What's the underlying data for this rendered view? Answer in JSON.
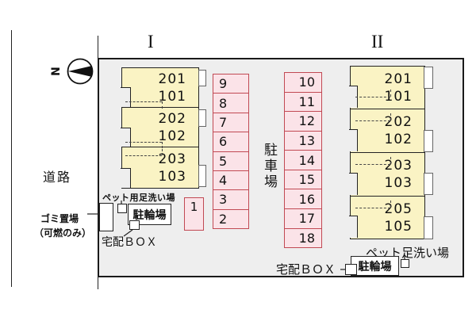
{
  "compass": {
    "label": "N"
  },
  "outside": {
    "road_label": "道路",
    "garbage_label_line1": "ゴミ置場",
    "garbage_label_line2": "（可燃のみ）"
  },
  "buildings": {
    "left": {
      "label": "I",
      "units": [
        {
          "upper": "201",
          "lower": "101"
        },
        {
          "upper": "202",
          "lower": "102"
        },
        {
          "upper": "203",
          "lower": "103"
        }
      ]
    },
    "right": {
      "label": "II",
      "units": [
        {
          "upper": "201",
          "lower": "101"
        },
        {
          "upper": "202",
          "lower": "102"
        },
        {
          "upper": "203",
          "lower": "103"
        },
        {
          "upper": "205",
          "lower": "105"
        }
      ]
    }
  },
  "parking": {
    "area_label": "駐車場",
    "single_stall": "1",
    "column_a": [
      "9",
      "8",
      "7",
      "6",
      "5",
      "4",
      "3",
      "2"
    ],
    "column_b": [
      "10",
      "11",
      "12",
      "13",
      "14",
      "15",
      "16",
      "17",
      "18"
    ]
  },
  "amenities": {
    "left": {
      "pet_wash": "ペット用足洗い場",
      "bicycle": "駐輪場",
      "delivery": "宅配ＢＯＸ"
    },
    "right": {
      "pet_wash": "ペット足洗い場",
      "bicycle": "駐輪場",
      "delivery": "宅配ＢＯＸ"
    }
  },
  "colors": {
    "site_bg": "#eeeeee",
    "building_fill": "#faf3c4",
    "stall_fill": "#fbe3e8",
    "stall_border": "#c14953",
    "outline": "#1a1a1a"
  }
}
